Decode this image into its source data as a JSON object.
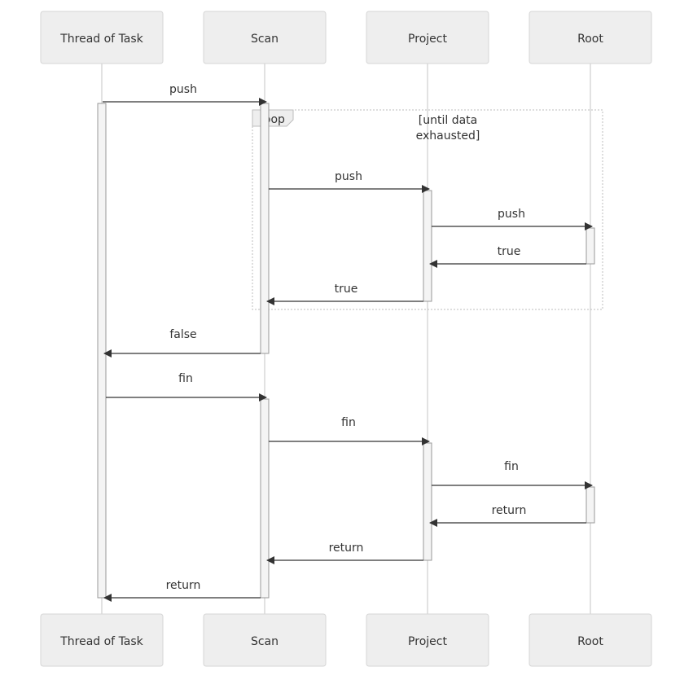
{
  "actors": [
    {
      "id": "thread",
      "label": "Thread of Task"
    },
    {
      "id": "scan",
      "label": "Scan"
    },
    {
      "id": "project",
      "label": "Project"
    },
    {
      "id": "root",
      "label": "Root"
    }
  ],
  "loop": {
    "keyword": "loop",
    "condition_line1": "[until data",
    "condition_line2": "exhausted]"
  },
  "messages": [
    {
      "label": "push",
      "from": "thread",
      "to": "scan"
    },
    {
      "label": "push",
      "from": "scan",
      "to": "project"
    },
    {
      "label": "push",
      "from": "project",
      "to": "root"
    },
    {
      "label": "true",
      "from": "root",
      "to": "project"
    },
    {
      "label": "true",
      "from": "project",
      "to": "scan"
    },
    {
      "label": "false",
      "from": "scan",
      "to": "thread"
    },
    {
      "label": "fin",
      "from": "thread",
      "to": "scan"
    },
    {
      "label": "fin",
      "from": "scan",
      "to": "project"
    },
    {
      "label": "fin",
      "from": "project",
      "to": "root"
    },
    {
      "label": "return",
      "from": "root",
      "to": "project"
    },
    {
      "label": "return",
      "from": "project",
      "to": "scan"
    },
    {
      "label": "return",
      "from": "scan",
      "to": "thread"
    }
  ]
}
